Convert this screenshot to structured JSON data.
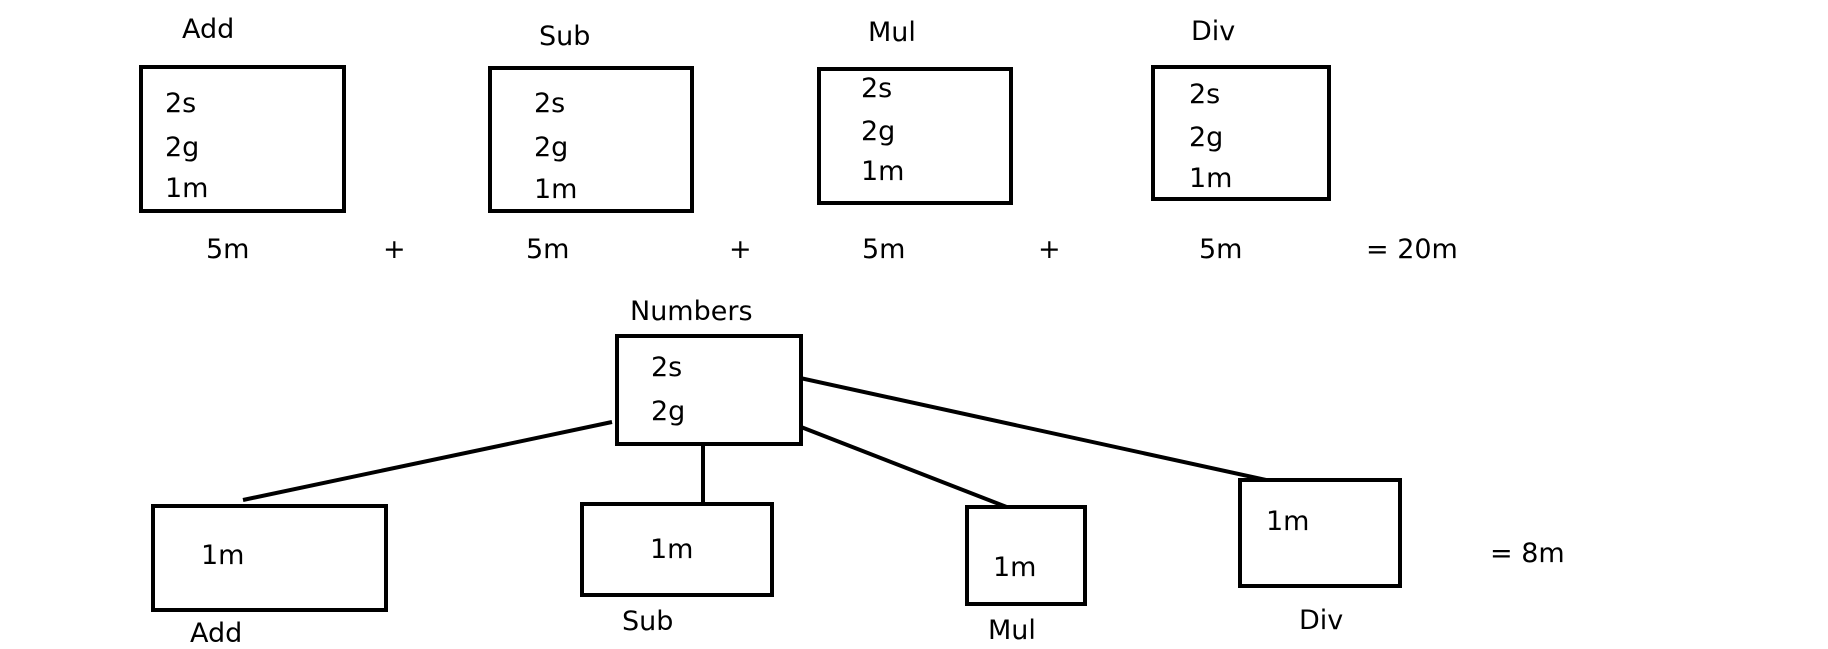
{
  "top": {
    "panels": [
      {
        "title": "Add",
        "lines": [
          "2s",
          "2g",
          "1m"
        ],
        "total": "5m"
      },
      {
        "title": "Sub",
        "lines": [
          "2s",
          "2g",
          "1m"
        ],
        "total": "5m"
      },
      {
        "title": "Mul",
        "lines": [
          "2s",
          "2g",
          "1m"
        ],
        "total": "5m"
      },
      {
        "title": "Div",
        "lines": [
          "2s",
          "2g",
          "1m"
        ],
        "total": "5m"
      }
    ],
    "operators": [
      "+",
      "+",
      "+"
    ],
    "result": "= 20m"
  },
  "bottom": {
    "root": {
      "title": "Numbers",
      "lines": [
        "2s",
        "2g"
      ]
    },
    "children": [
      {
        "label": "Add",
        "value": "1m"
      },
      {
        "label": "Sub",
        "value": "1m"
      },
      {
        "label": "Mul",
        "value": "1m"
      },
      {
        "label": "Div",
        "value": "1m"
      }
    ],
    "result": "= 8m"
  }
}
